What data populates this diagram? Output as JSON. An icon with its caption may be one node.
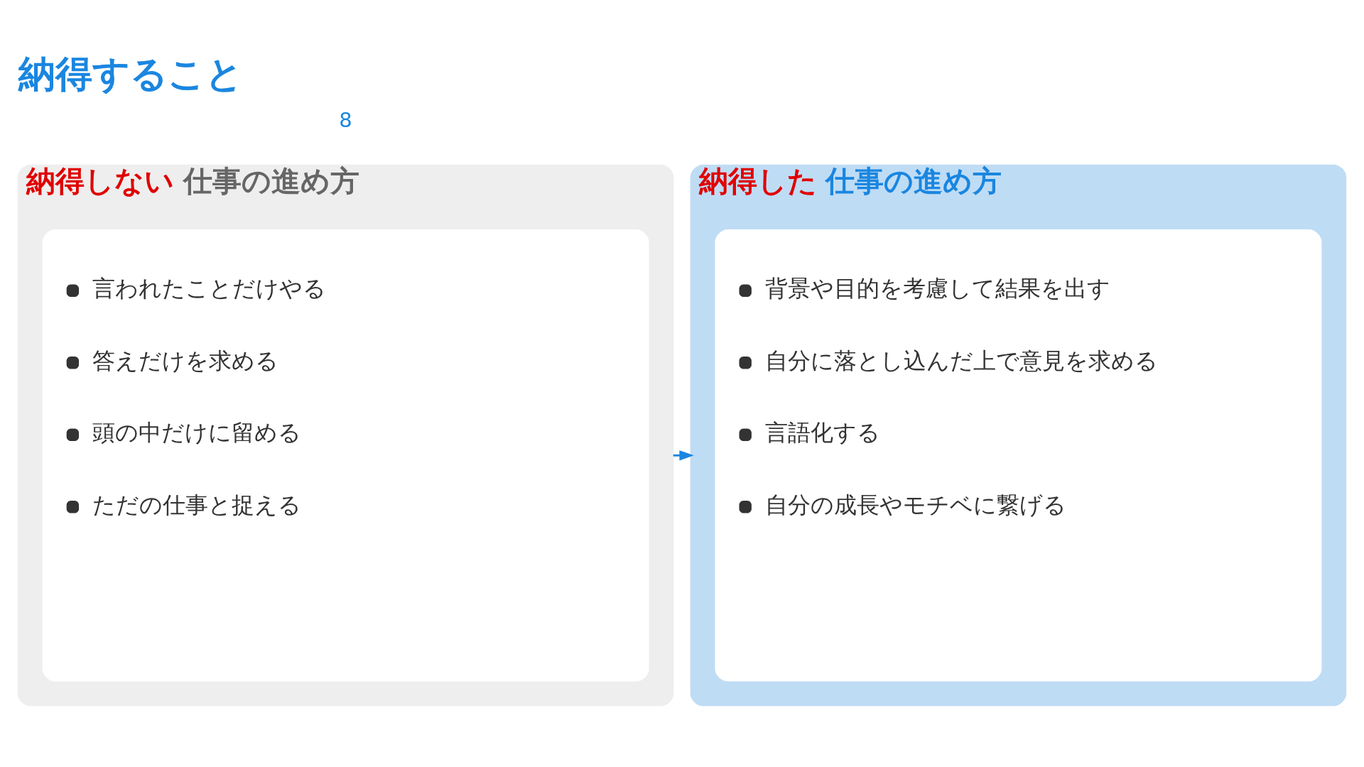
{
  "diagram": {
    "title": "納得すること",
    "nodes": [
      {
        "text": [
          "納得しない 仕事の進め方"
        ]
      },
      {
        "text": [
          "言われたことだけやる",
          "答えだけを求める",
          "頭の中だけに留める",
          "ただの仕事と捉える"
        ],
        "in": 0
      },
      {
        "text": [
          "納得した 仕事の進め方"
        ]
      },
      {
        "text": [
          "背景や目的を考慮して結果を出す",
          "自分に落とし込んだ上で意見を求める",
          "言語化する",
          "自分の成長やモチベに繋げる"
        ],
        "in": 2
      }
    ],
    "edges": [
      {
        "from": 0,
        "to": 2,
        "arrow": "to",
        "color": "#1a86e0"
      }
    ],
    "labels": [
      "8"
    ]
  }
}
